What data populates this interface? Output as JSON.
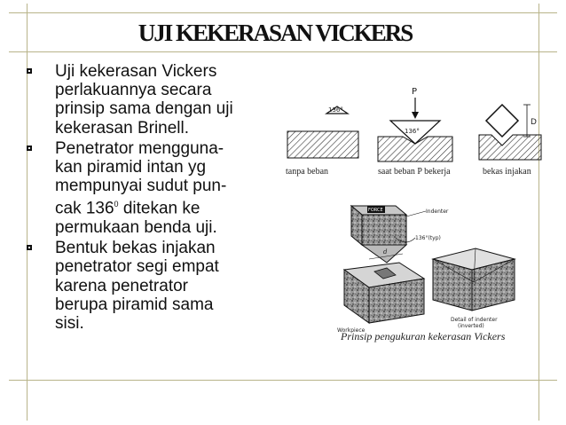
{
  "title": "UJI KEKERASAN VICKERS",
  "bullets": [
    {
      "lines": [
        "Uji kekerasan Vickers",
        "perlakuannya  secara",
        "prinsip sama dengan uji",
        "kekerasan Brinell."
      ]
    },
    {
      "lines": [
        "Penetrator mengguna-",
        "kan piramid intan yg",
        "mempunyai sudut pun-"
      ],
      "line4_pre": "cak 136",
      "line4_sup": "0",
      "line4_post": " ditekan ke",
      "lines_after": [
        "permukaan benda uji."
      ]
    },
    {
      "lines": [
        "Bentuk  bekas  injakan",
        "penetrator segi  empat",
        "karena  penetrator",
        "berupa piramid   sama",
        "sisi."
      ]
    }
  ],
  "figure": {
    "top_captions": [
      "tanpa beban",
      "saat beban P bekerja",
      "bekas injakan"
    ],
    "angle_label": "136°",
    "load_label": "P",
    "depth_label": "D",
    "force_label": "FORCE",
    "indenter_label": "Indenter",
    "angle_typ_label": "136°(typ)",
    "d_label": "d",
    "workpiece_label": "Workpiece",
    "detail_label_1": "Detail of indenter",
    "detail_label_2": "(inverted)",
    "bottom_caption": "Prinsip pengukuran kekerasan Vickers"
  }
}
